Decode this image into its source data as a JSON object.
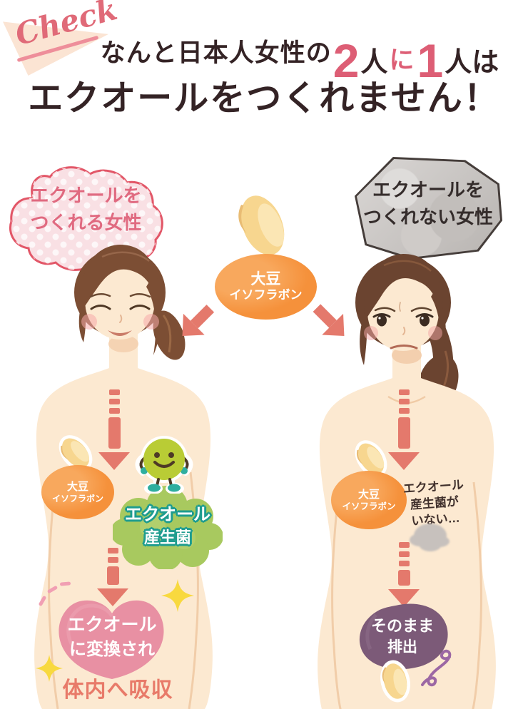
{
  "header": {
    "check": "Check",
    "line1_prefix": "なんと日本人女性の",
    "line1_num1": "2",
    "line1_unit1": "人",
    "line1_particle": "に",
    "line1_num2": "1",
    "line1_unit2": "人は",
    "line2": "エクオールをつくれません！"
  },
  "center": {
    "soy_line1": "大豆",
    "soy_line2": "イソフラボン"
  },
  "left_flow": {
    "bubble_line1": "エクオールを",
    "bubble_line2": "つくれる女性",
    "soy_line1": "大豆",
    "soy_line2": "イソフラボン",
    "bacteria_line1": "エクオール",
    "bacteria_line2": "産生菌",
    "converted_line1": "エクオール",
    "converted_line2": "に変換され",
    "absorbed": "体内へ吸収"
  },
  "right_flow": {
    "bubble_line1": "エクオールを",
    "bubble_line2": "つくれない女性",
    "soy_line1": "大豆",
    "soy_line2": "イソフラボン",
    "missing_line1": "エクオール",
    "missing_line2": "産生菌が",
    "missing_line3": "いない…",
    "excreted_line1": "そのまま",
    "excreted_line2": "排出"
  },
  "colors": {
    "accent_pink": "#DD5E75",
    "arrow_salmon": "#E4796C",
    "orange": "#F5913B",
    "teal": "#1E9C8F",
    "pink_blob": "#E890A3",
    "purple_blob": "#7C5A78",
    "coral_text": "#E87A69",
    "skin": "#FCE9D1",
    "dark_text": "#342325"
  },
  "icons": {
    "check_ribbon": "check-ribbon-icon",
    "soybean": "soybean-icon",
    "bacteria": "bacteria-character-icon",
    "dashed_arrow": "dashed-down-arrow-icon",
    "diagonal_arrow": "diagonal-arrow-icon",
    "sparkle": "sparkle-icon",
    "squiggle": "squiggle-icon",
    "gray_puff": "gray-puff-icon"
  }
}
